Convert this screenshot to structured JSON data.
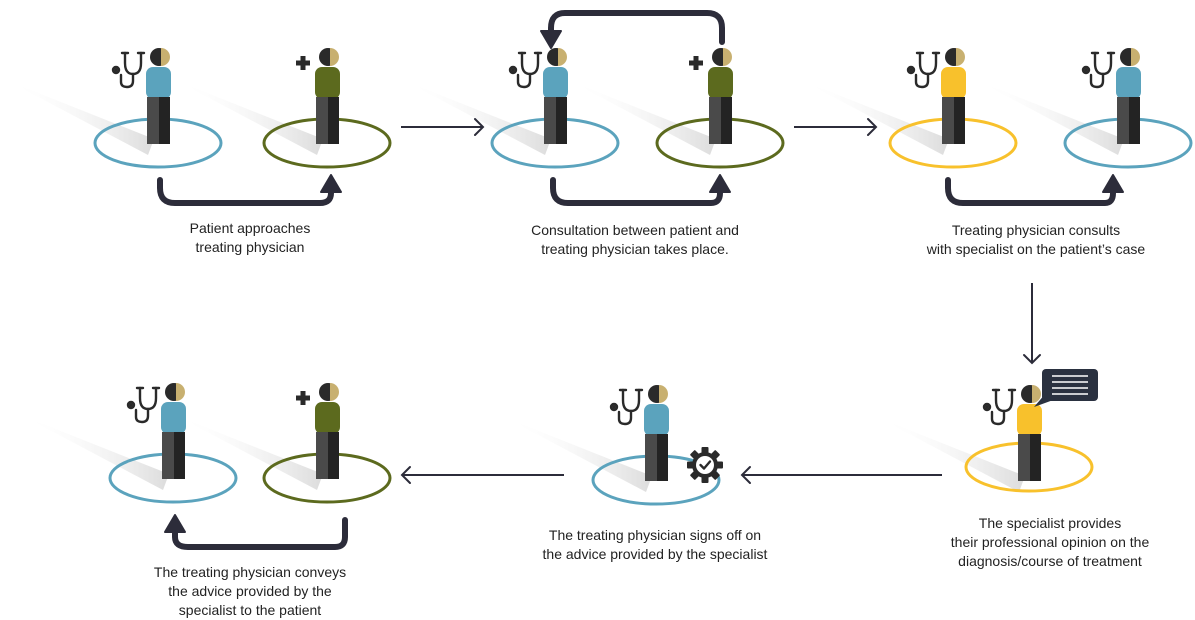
{
  "colors": {
    "doctor": "#5ba3bd",
    "patient": "#5c6a1e",
    "specialist": "#f8c12c",
    "arrow": "#2c2c3a",
    "skin": "#c8b070",
    "hair": "#2a2a2a",
    "legs_light": "#4a4a4a",
    "legs_dark": "#232323",
    "shadow": "#dcdcdc"
  },
  "steps": [
    {
      "id": "step1",
      "lines": [
        "Patient approaches",
        "treating physician"
      ]
    },
    {
      "id": "step2",
      "lines": [
        "Consultation between patient and",
        "treating physician takes place."
      ]
    },
    {
      "id": "step3",
      "lines": [
        "Treating physician consults",
        "with specialist on the patient’s case"
      ]
    },
    {
      "id": "step4",
      "lines": [
        "The specialist provides",
        "their professional opinion on the",
        "diagnosis/course of treatment"
      ]
    },
    {
      "id": "step5",
      "lines": [
        "The treating physician signs off on",
        "the advice provided by the specialist"
      ]
    },
    {
      "id": "step6",
      "lines": [
        "The treating physician conveys",
        "the advice provided by the",
        "specialist to the patient"
      ]
    }
  ]
}
